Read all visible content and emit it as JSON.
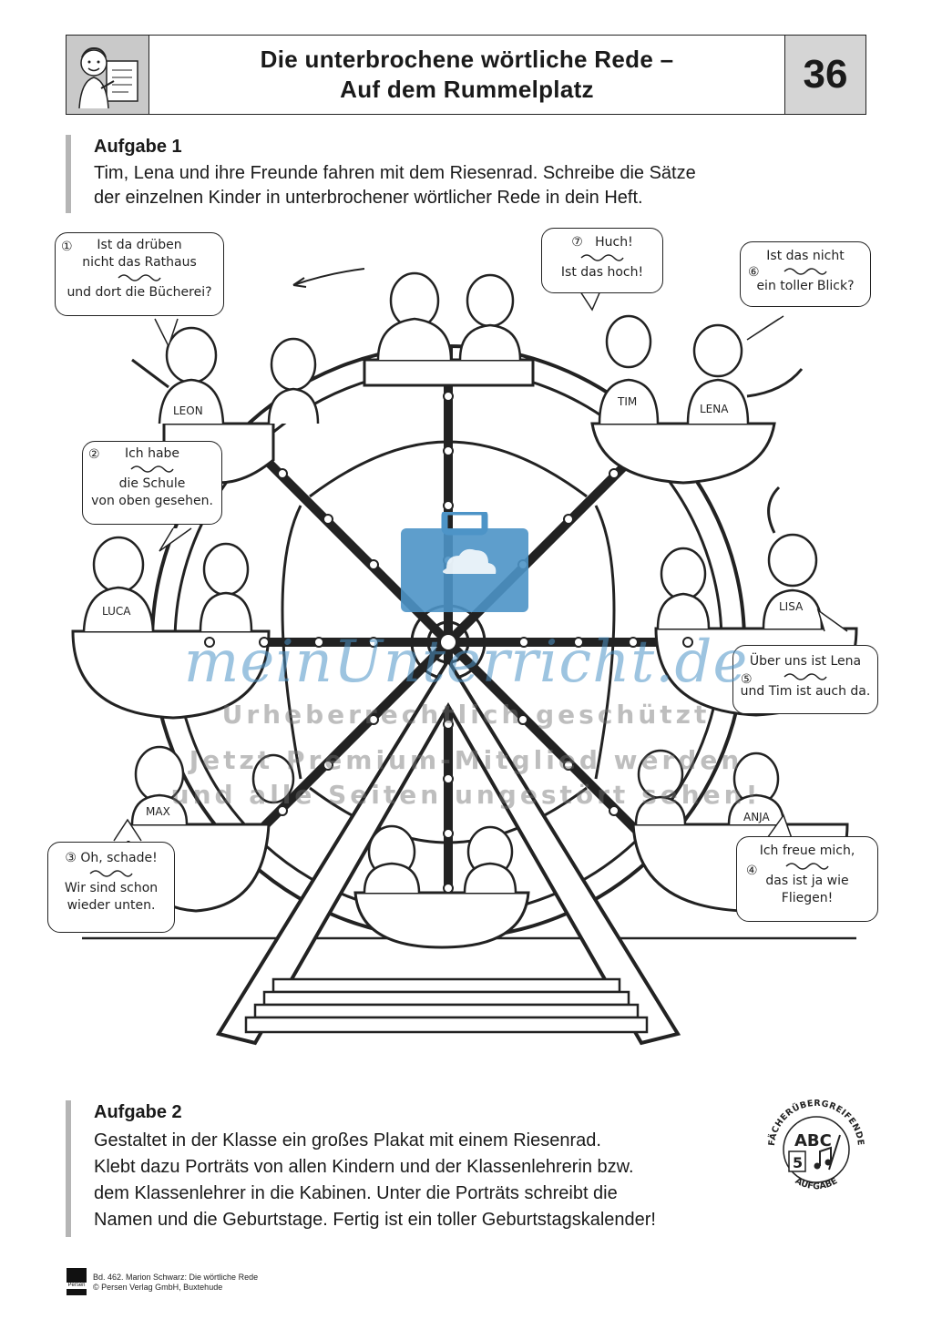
{
  "header": {
    "title_line1": "Die unterbrochene wörtliche Rede –",
    "title_line2": "Auf dem Rummelplatz",
    "number": "36"
  },
  "task1": {
    "heading": "Aufgabe 1",
    "line1": "Tim, Lena und ihre Freunde fahren mit dem Riesenrad. Schreibe die Sätze",
    "line2": "der einzelnen Kinder in unterbrochener wörtlicher Rede in dein Heft."
  },
  "bubbles": {
    "b1": {
      "num": "①",
      "l1": "Ist da drüben",
      "l2": "nicht das Rathaus",
      "l3": "und dort die Bücherei?"
    },
    "b2": {
      "num": "②",
      "l1": "Ich habe",
      "l2": "die Schule",
      "l3": "von oben gesehen."
    },
    "b3": {
      "num": "③",
      "l1": "Oh, schade!",
      "l2": "Wir sind schon",
      "l3": "wieder unten."
    },
    "b4": {
      "num": "④",
      "l1": "Ich freue mich,",
      "l2": "das ist ja wie",
      "l3": "Fliegen!"
    },
    "b5": {
      "num": "⑤",
      "l1": "Über uns ist Lena",
      "l2": "und Tim ist auch da."
    },
    "b6": {
      "num": "⑥",
      "l1": "Ist das nicht",
      "l2": "ein toller Blick?"
    },
    "b7": {
      "num": "⑦",
      "l1": "Huch!",
      "l2": "Ist das hoch!"
    }
  },
  "names": [
    "LEON",
    "TIM",
    "LENA",
    "LUCA",
    "LISA",
    "MAX",
    "ANJA"
  ],
  "watermark": {
    "brand": "meinUnterricht.de",
    "line1": "Urheberrechtlich geschützt",
    "line2": "Jetzt Premium-Mitglied werden",
    "line3": "und alle Seiten ungestört sehen!"
  },
  "task2": {
    "heading": "Aufgabe 2",
    "line1": "Gestaltet in der Klasse ein großes Plakat mit einem Riesenrad.",
    "line2": "Klebt dazu Porträts von allen Kindern und der Klassenlehrerin bzw.",
    "line3": "dem Klassenlehrer in die Kabinen. Unter die Porträts schreibt die",
    "line4": "Namen und die Geburtstage. Fertig ist ein toller Geburtstagskalender!"
  },
  "badge": {
    "top": "FÄCHERÜBERGREIFENDE",
    "bottom": "AUFGABE",
    "abc": "ABC",
    "num": "5"
  },
  "footer": {
    "publisher": "Persen",
    "line1": "Bd. 462. Marion Schwarz: Die wörtliche Rede",
    "line2": "© Persen Verlag GmbH, Buxtehude"
  }
}
